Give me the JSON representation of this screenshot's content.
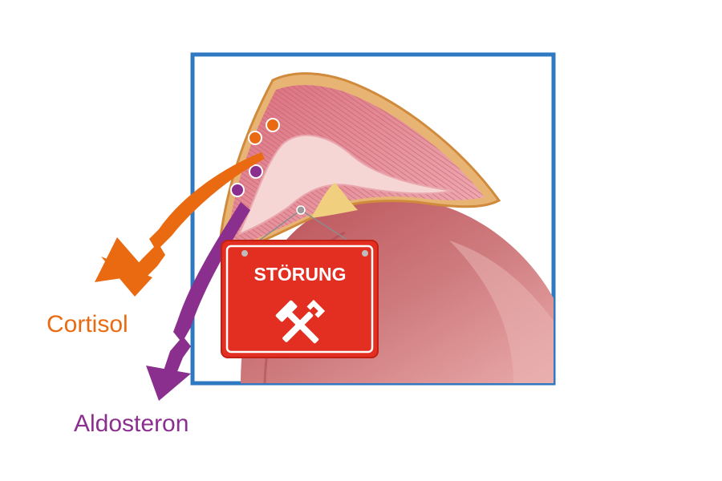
{
  "labels": {
    "cortisol": "Cortisol",
    "aldosteron": "Aldosteron",
    "sign": "STÖRUNG"
  },
  "icons": {
    "sign_icon": "hammer-wrench-icon"
  },
  "colors": {
    "frame": "#2f79c2",
    "cortisol": "#ea6a12",
    "aldosteron": "#8b2f8f",
    "sign_red": "#e32f21",
    "kidney": "#c8696c",
    "cortex_pink": "#e79aa2",
    "capsule": "#e8b474"
  }
}
